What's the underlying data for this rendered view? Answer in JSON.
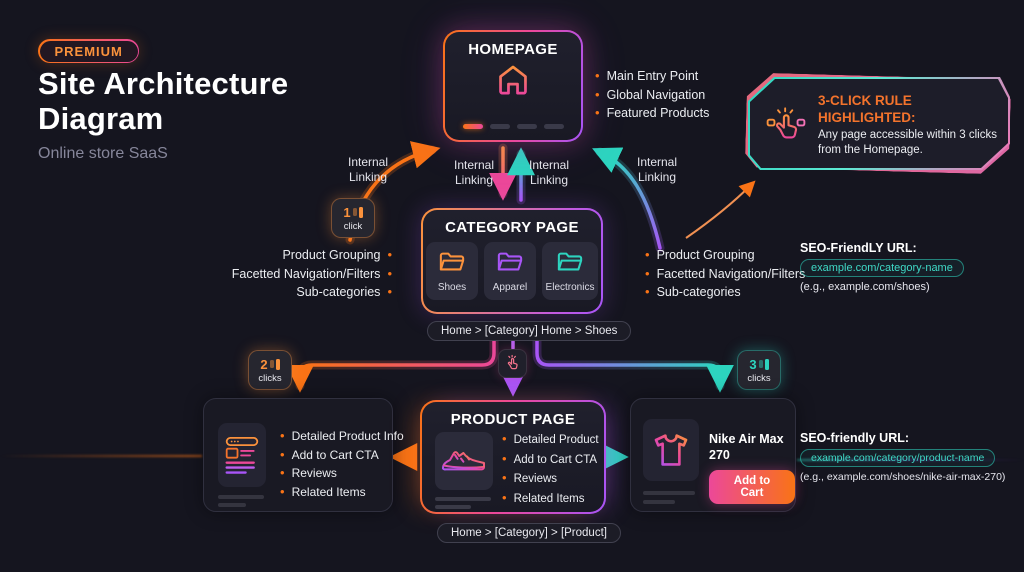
{
  "header": {
    "badge": "PREMIUM",
    "title": "Site Architecture Diagram",
    "subtitle": "Online store SaaS"
  },
  "homepage": {
    "title": "HOMEPAGE",
    "bullets": [
      "Main Entry Point",
      "Global Navigation",
      "Featured Products"
    ]
  },
  "rule_box": {
    "title": "3-CLICK RULE HIGHLIGHTED:",
    "body": "Any page accessible within 3 clicks from the Homepage."
  },
  "linking_labels": [
    "Internal Linking",
    "Internal Linking",
    "Internal Linking",
    "Internal Linking"
  ],
  "click_badges": [
    {
      "number": "1",
      "label": "click"
    },
    {
      "number": "2",
      "label": "clicks"
    },
    {
      "number": "3",
      "label": "clicks"
    }
  ],
  "category": {
    "title": "CATEGORY PAGE",
    "folders": [
      {
        "label": "Shoes",
        "color": "#fb923c"
      },
      {
        "label": "Apparel",
        "color": "#a855f7"
      },
      {
        "label": "Electronics",
        "color": "#2dd4bf"
      }
    ],
    "left_bullets": [
      "Product Grouping",
      "Facetted Navigation/Filters",
      "Sub-categories"
    ],
    "right_bullets": [
      "Product Grouping",
      "Facetted Navigation/Filters",
      "Sub-categories"
    ],
    "breadcrumb": "Home > [Category] Home > Shoes",
    "seo_label": "SEO-FriendLY URL:",
    "seo_url": "example.com/category-name",
    "seo_example": "(e.g., example.com/shoes)"
  },
  "product_page": {
    "title": "PRODUCT PAGE",
    "bullets": [
      "Detailed Product",
      "Add to Cart CTA",
      "Reviews",
      "Related Items"
    ],
    "breadcrumb": "Home > [Category] > [Product]",
    "seo_label": "SEO-friendly URL:",
    "seo_url": "example.com/category/product-name",
    "seo_example": "(e.g., example.com/shoes/nike-air-max-270)"
  },
  "detail_box": {
    "bullets": [
      "Detailed Product Info",
      "Add to Cart CTA",
      "Reviews",
      "Related Items"
    ]
  },
  "product_card": {
    "name": "Nike Air Max 270",
    "cta": "Add to Cart"
  },
  "icons": {
    "homepage": "home-icon",
    "category": "folder-icon",
    "product": "sneaker-icon",
    "product_card": "tshirt-icon",
    "detail_box": "webpage-wireframe-icon",
    "rule_box": "tap-click-icon",
    "connector": "tap-click-icon"
  },
  "colors": {
    "background": "#15151f",
    "orange": "#f97316",
    "pink": "#ec4899",
    "purple": "#a855f7",
    "teal": "#2dd4bf"
  }
}
